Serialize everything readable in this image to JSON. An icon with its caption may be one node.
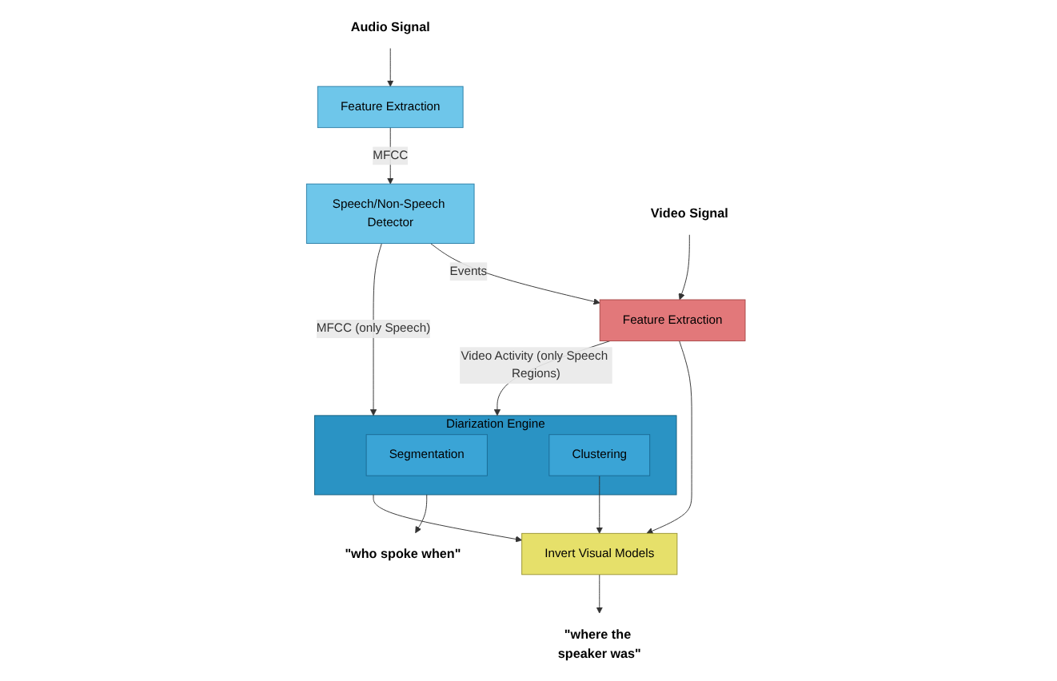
{
  "diagram": {
    "nodes": [
      {
        "text": [
          "Audio Signal"
        ]
      },
      {
        "text": [
          "Feature Extraction"
        ]
      },
      {
        "text": [
          "Speech/Non-Speech Detector"
        ]
      },
      {
        "text": [
          "Feature Extraction"
        ]
      },
      {
        "text": [
          "Video Signal"
        ]
      },
      {
        "text": [
          "Diarization Engine"
        ]
      },
      {
        "text": [
          "Segmentation"
        ],
        "in": 5
      },
      {
        "text": [
          "Clustering"
        ],
        "in": 5
      },
      {
        "text": [
          "Invert Visual Models"
        ]
      },
      {
        "text": [
          "\"who spoke when\""
        ]
      },
      {
        "text": [
          "\"where the speaker was\""
        ]
      }
    ],
    "edges": [
      {
        "from": 0,
        "to": 1,
        "arrow": "to"
      },
      {
        "from": 1,
        "to": 2,
        "label": "MFCC",
        "arrow": "to"
      },
      {
        "from": 2,
        "to": 3,
        "label": "Events",
        "arrow": "to"
      },
      {
        "from": 4,
        "to": 3,
        "arrow": "to"
      },
      {
        "from": 2,
        "to": 5,
        "label": "MFCC (only Speech)",
        "arrow": "to"
      },
      {
        "from": 3,
        "to": 5,
        "label": "Video Activity (only Speech Regions)",
        "arrow": "to"
      },
      {
        "from": 3,
        "to": 8,
        "arrow": "to"
      },
      {
        "from": 7,
        "to": 8,
        "arrow": "to"
      },
      {
        "from": 5,
        "to": 9,
        "arrow": "to"
      },
      {
        "from": 5,
        "to": 8,
        "arrow": "to"
      },
      {
        "from": 8,
        "to": 10,
        "arrow": "to"
      }
    ]
  }
}
